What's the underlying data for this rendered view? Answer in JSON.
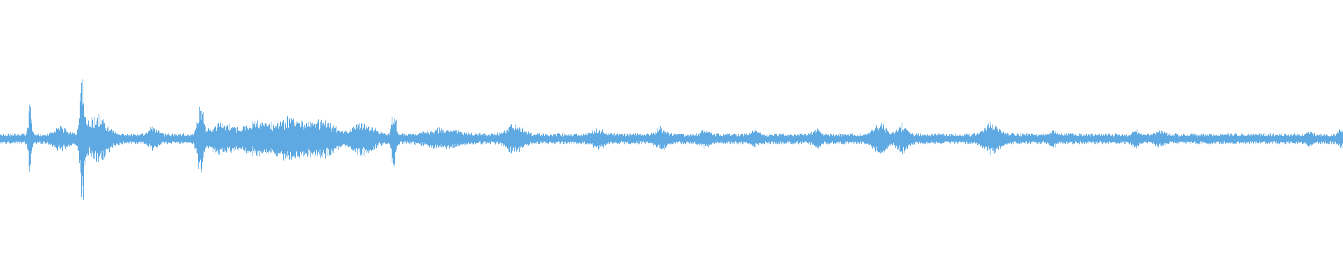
{
  "waveform": {
    "color": "#5ea9e2",
    "background": "#ffffff",
    "amplitude_scale": [
      -1,
      1
    ],
    "base_noise_level": 0.035,
    "bursts": [
      {
        "position": 0.022,
        "amplitude": 0.3,
        "width": 0.0015
      },
      {
        "position": 0.045,
        "amplitude": 0.08,
        "width": 0.006
      },
      {
        "position": 0.061,
        "amplitude": 0.6,
        "width": 0.002
      },
      {
        "position": 0.072,
        "amplitude": 0.18,
        "width": 0.01
      },
      {
        "position": 0.114,
        "amplitude": 0.08,
        "width": 0.004
      },
      {
        "position": 0.149,
        "amplitude": 0.3,
        "width": 0.003
      },
      {
        "position": 0.165,
        "amplitude": 0.12,
        "width": 0.01
      },
      {
        "position": 0.19,
        "amplitude": 0.12,
        "width": 0.012
      },
      {
        "position": 0.215,
        "amplitude": 0.16,
        "width": 0.015
      },
      {
        "position": 0.24,
        "amplitude": 0.14,
        "width": 0.012
      },
      {
        "position": 0.27,
        "amplitude": 0.12,
        "width": 0.01
      },
      {
        "position": 0.293,
        "amplitude": 0.28,
        "width": 0.002
      },
      {
        "position": 0.33,
        "amplitude": 0.06,
        "width": 0.015
      },
      {
        "position": 0.383,
        "amplitude": 0.1,
        "width": 0.008
      },
      {
        "position": 0.445,
        "amplitude": 0.06,
        "width": 0.006
      },
      {
        "position": 0.492,
        "amplitude": 0.07,
        "width": 0.005
      },
      {
        "position": 0.525,
        "amplitude": 0.05,
        "width": 0.004
      },
      {
        "position": 0.562,
        "amplitude": 0.05,
        "width": 0.004
      },
      {
        "position": 0.608,
        "amplitude": 0.05,
        "width": 0.004
      },
      {
        "position": 0.655,
        "amplitude": 0.12,
        "width": 0.006
      },
      {
        "position": 0.672,
        "amplitude": 0.1,
        "width": 0.005
      },
      {
        "position": 0.738,
        "amplitude": 0.12,
        "width": 0.007
      },
      {
        "position": 0.784,
        "amplitude": 0.05,
        "width": 0.003
      },
      {
        "position": 0.845,
        "amplitude": 0.05,
        "width": 0.003
      },
      {
        "position": 0.863,
        "amplitude": 0.04,
        "width": 0.005
      },
      {
        "position": 0.975,
        "amplitude": 0.04,
        "width": 0.003
      },
      {
        "position": 0.998,
        "amplitude": 0.06,
        "width": 0.002
      }
    ]
  }
}
